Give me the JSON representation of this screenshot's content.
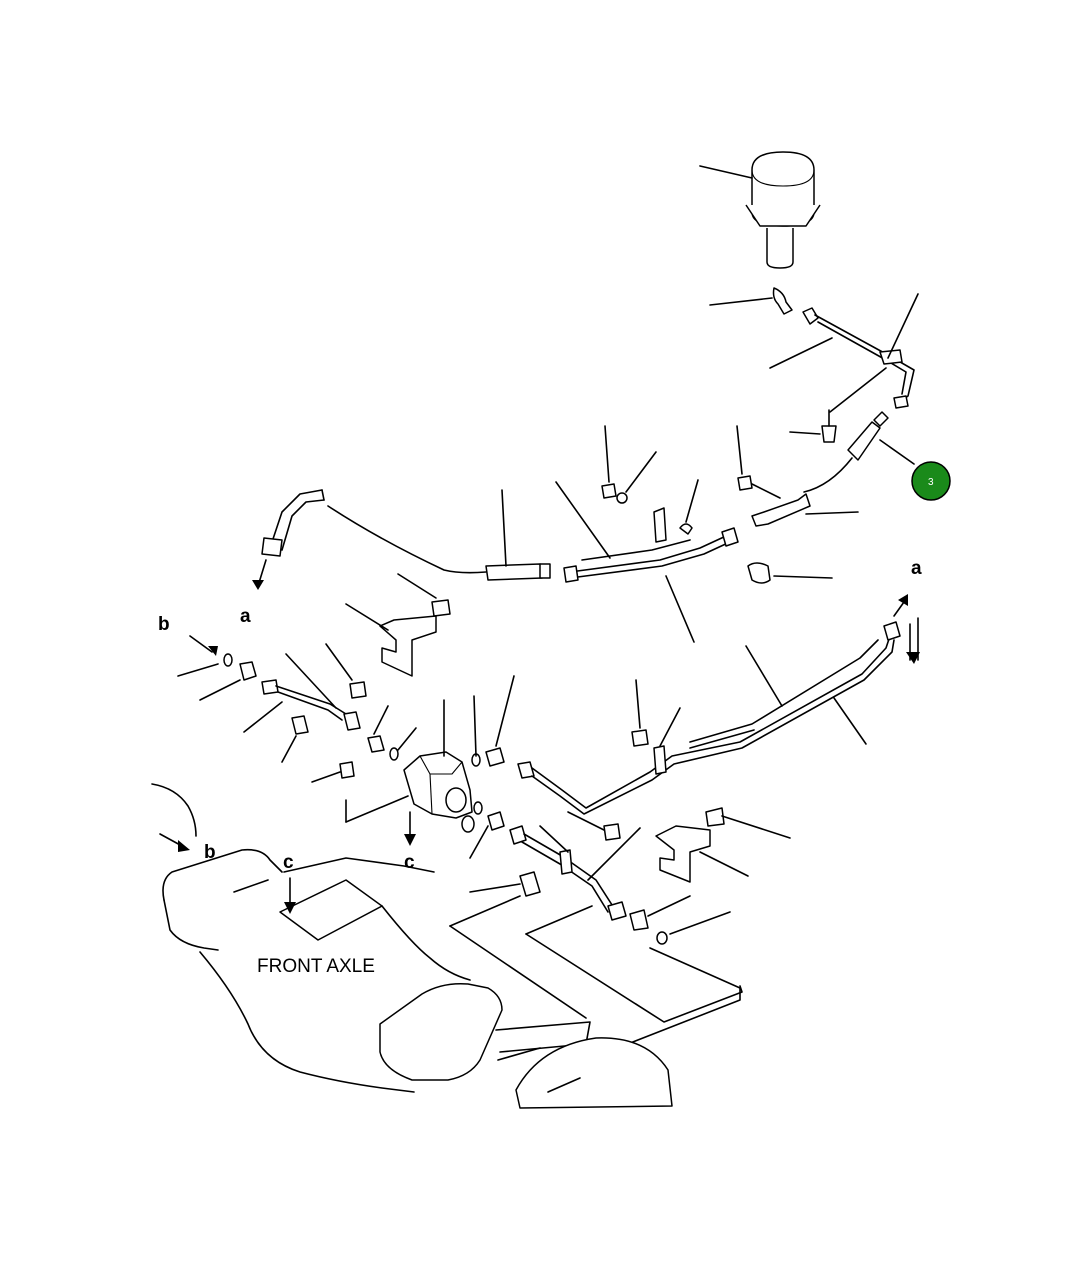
{
  "labels": {
    "a_left": "a",
    "a_right": "a",
    "b_left": "b",
    "b_bottom": "b",
    "c_center": "c",
    "c_bottom": "c",
    "front_axle": "FRONT AXLE"
  },
  "callouts": [
    {
      "number": "3",
      "color": "#1a8a1a"
    }
  ]
}
